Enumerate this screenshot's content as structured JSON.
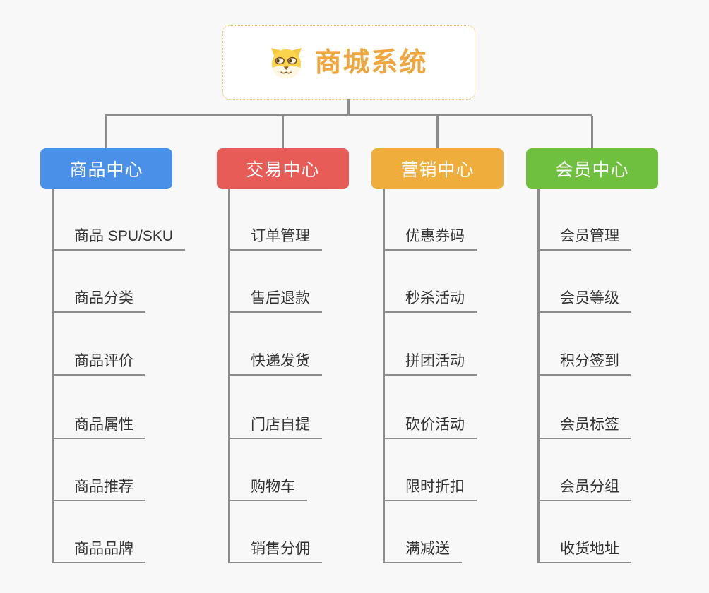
{
  "canvas": {
    "background": "#f8f8f8",
    "line_color": "#8c8c8c",
    "item_text_color": "#333333"
  },
  "root": {
    "title": "商城系统",
    "icon": "dog-face-icon",
    "text_color": "#f0a63e",
    "border_color": "#f0b75f"
  },
  "branches": [
    {
      "label": "商品中心",
      "color": "#4a90e9",
      "children": [
        "商品 SPU/SKU",
        "商品分类",
        "商品评价",
        "商品属性",
        "商品推荐",
        "商品品牌"
      ]
    },
    {
      "label": "交易中心",
      "color": "#e85c58",
      "children": [
        "订单管理",
        "售后退款",
        "快递发货",
        "门店自提",
        "购物车",
        "销售分佣"
      ]
    },
    {
      "label": "营销中心",
      "color": "#efad3c",
      "children": [
        "优惠券码",
        "秒杀活动",
        "拼团活动",
        "砍价活动",
        "限时折扣",
        "满减送"
      ]
    },
    {
      "label": "会员中心",
      "color": "#70c040",
      "children": [
        "会员管理",
        "会员等级",
        "积分签到",
        "会员标签",
        "会员分组",
        "收货地址"
      ]
    }
  ]
}
